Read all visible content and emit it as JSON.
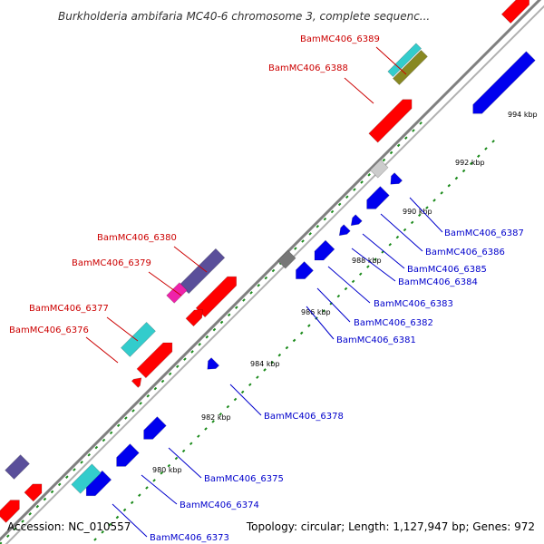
{
  "title": "Burkholderia ambifaria MC40-6 chromosome 3, complete sequenc...",
  "footer": {
    "accession": "Accession: NC_010557",
    "summary": "Topology: circular; Length: 1,127,947 bp; Genes: 972"
  },
  "colors": {
    "backbone": "#999999",
    "tick_dots": "#1a8a1a",
    "forward_label": "#cc0000",
    "reverse_label": "#0000cc",
    "gene_red": "#ff0000",
    "gene_blue": "#0000ee",
    "gene_purple": "#5a4f9a",
    "gene_cyan": "#33cccc",
    "gene_magenta": "#ee22aa",
    "gene_olive": "#888822",
    "gene_gray": "#777777",
    "gene_lightgray": "#cccccc"
  },
  "ticks": [
    {
      "label": "980 kbp"
    },
    {
      "label": "982 kbp"
    },
    {
      "label": "984 kbp"
    },
    {
      "label": "986 kbp"
    },
    {
      "label": "988 kbp"
    },
    {
      "label": "990 kbp"
    },
    {
      "label": "992 kbp"
    },
    {
      "label": "994 kbp"
    }
  ],
  "forward_labels": [
    {
      "text": "BamMC406_6389"
    },
    {
      "text": "BamMC406_6388"
    },
    {
      "text": "BamMC406_6380"
    },
    {
      "text": "BamMC406_6379"
    },
    {
      "text": "BamMC406_6377"
    },
    {
      "text": "BamMC406_6376"
    }
  ],
  "reverse_labels": [
    {
      "text": "BamMC406_6387"
    },
    {
      "text": "BamMC406_6386"
    },
    {
      "text": "BamMC406_6385"
    },
    {
      "text": "BamMC406_6384"
    },
    {
      "text": "BamMC406_6383"
    },
    {
      "text": "BamMC406_6382"
    },
    {
      "text": "BamMC406_6381"
    },
    {
      "text": "BamMC406_6378"
    },
    {
      "text": "BamMC406_6375"
    },
    {
      "text": "BamMC406_6374"
    },
    {
      "text": "BamMC406_6373"
    }
  ]
}
